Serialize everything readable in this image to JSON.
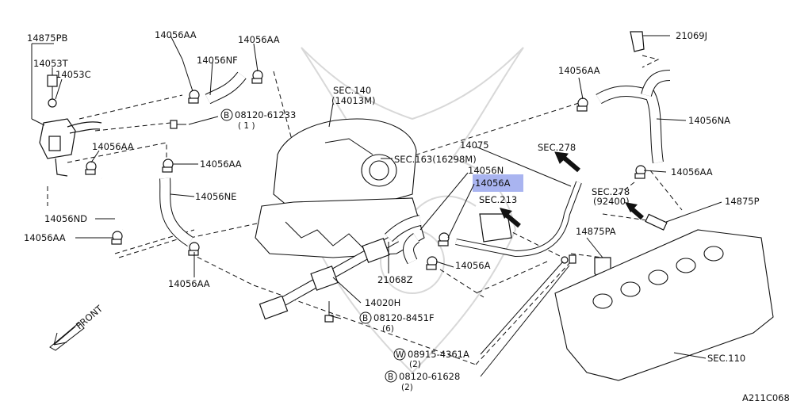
{
  "figure_code": "A211C068",
  "front_label": "FRONT",
  "labels": {
    "l14875PB": "14875PB",
    "l14053T": "14053T",
    "l14053C": "14053C",
    "l14056AA_1": "14056AA",
    "l14056NF": "14056NF",
    "l14056AA_2": "14056AA",
    "l08120_61233": "08120-61233",
    "l08120_61233_qty": "( 1 )",
    "l14056AA_3": "14056AA",
    "l14056AA_4": "14056AA",
    "l14056NE": "14056NE",
    "l14056ND": "14056ND",
    "l14056AA_5": "14056AA",
    "l14056AA_6": "14056AA",
    "lSEC140": "SEC.140",
    "lSEC140_sub": "(14013M)",
    "lSEC163": "SEC.163(16298M)",
    "l14075": "14075",
    "l14056N": "14056N",
    "l14056A_hl": "14056A",
    "lSEC213": "SEC.213",
    "lSEC278_1": "SEC.278",
    "lSEC278_2": "SEC.278",
    "lSEC278_2_sub": "(92400)",
    "l21069J": "21069J",
    "l14056AA_7": "14056AA",
    "l14056NA": "14056NA",
    "l14056AA_8": "14056AA",
    "l14875P": "14875P",
    "l14875PA": "14875PA",
    "l21068Z": "21068Z",
    "l14056A": "14056A",
    "l14020H": "14020H",
    "l08120_8451F": "08120-8451F",
    "l08120_8451F_qty": "(6)",
    "l08915_4361A": "08915-4361A",
    "l08915_4361A_qty": "(2)",
    "l08120_61628": "08120-61628",
    "l08120_61628_qty": "(2)",
    "lSEC110": "SEC.110",
    "circle_B": "B",
    "circle_W": "W"
  }
}
